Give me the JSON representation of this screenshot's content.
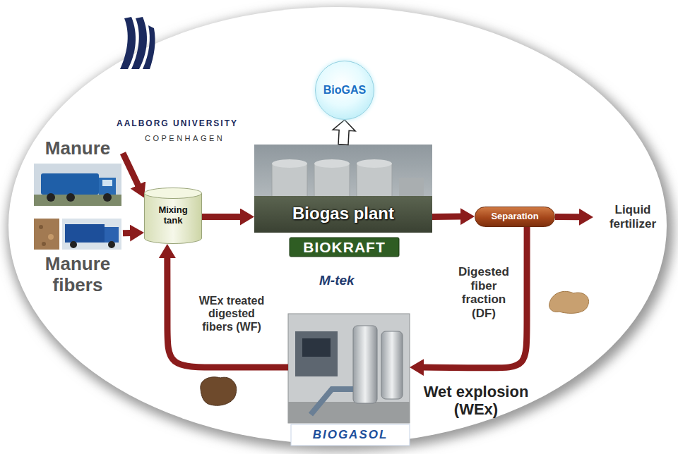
{
  "diagram": {
    "nodes": [
      {
        "text": [
          "BioGAS"
        ]
      },
      {
        "text": [
          "Manure"
        ]
      },
      {
        "text": [
          "Mixing tank"
        ]
      },
      {
        "text": [
          "Biogas plant"
        ]
      },
      {
        "text": [
          "Separation"
        ]
      },
      {
        "text": [
          "Liquid fertilizer"
        ]
      },
      {
        "text": [
          "Manure fibers"
        ]
      },
      {
        "text": [
          "Wet explosion (WEx)"
        ]
      }
    ],
    "edges": [
      {
        "from": 1,
        "to": 2,
        "arrow": "to"
      },
      {
        "from": 6,
        "to": 2,
        "arrow": "to"
      },
      {
        "from": 2,
        "to": 3,
        "arrow": "to"
      },
      {
        "from": 3,
        "to": 0,
        "arrow": "to"
      },
      {
        "from": 3,
        "to": 4,
        "arrow": "to"
      },
      {
        "from": 4,
        "to": 5,
        "arrow": "to"
      },
      {
        "from": 4,
        "to": 7,
        "label": "Digested fiber fraction (DF)",
        "arrow": "to"
      },
      {
        "from": 7,
        "to": 2,
        "label": "WEx treated digested fibers (WF)",
        "arrow": "to"
      }
    ],
    "labels": [
      "AALBORG UNIVERSITY",
      "COPENHAGEN",
      "BIOKRAFT",
      "M-tek",
      "BIOGASOL"
    ]
  }
}
